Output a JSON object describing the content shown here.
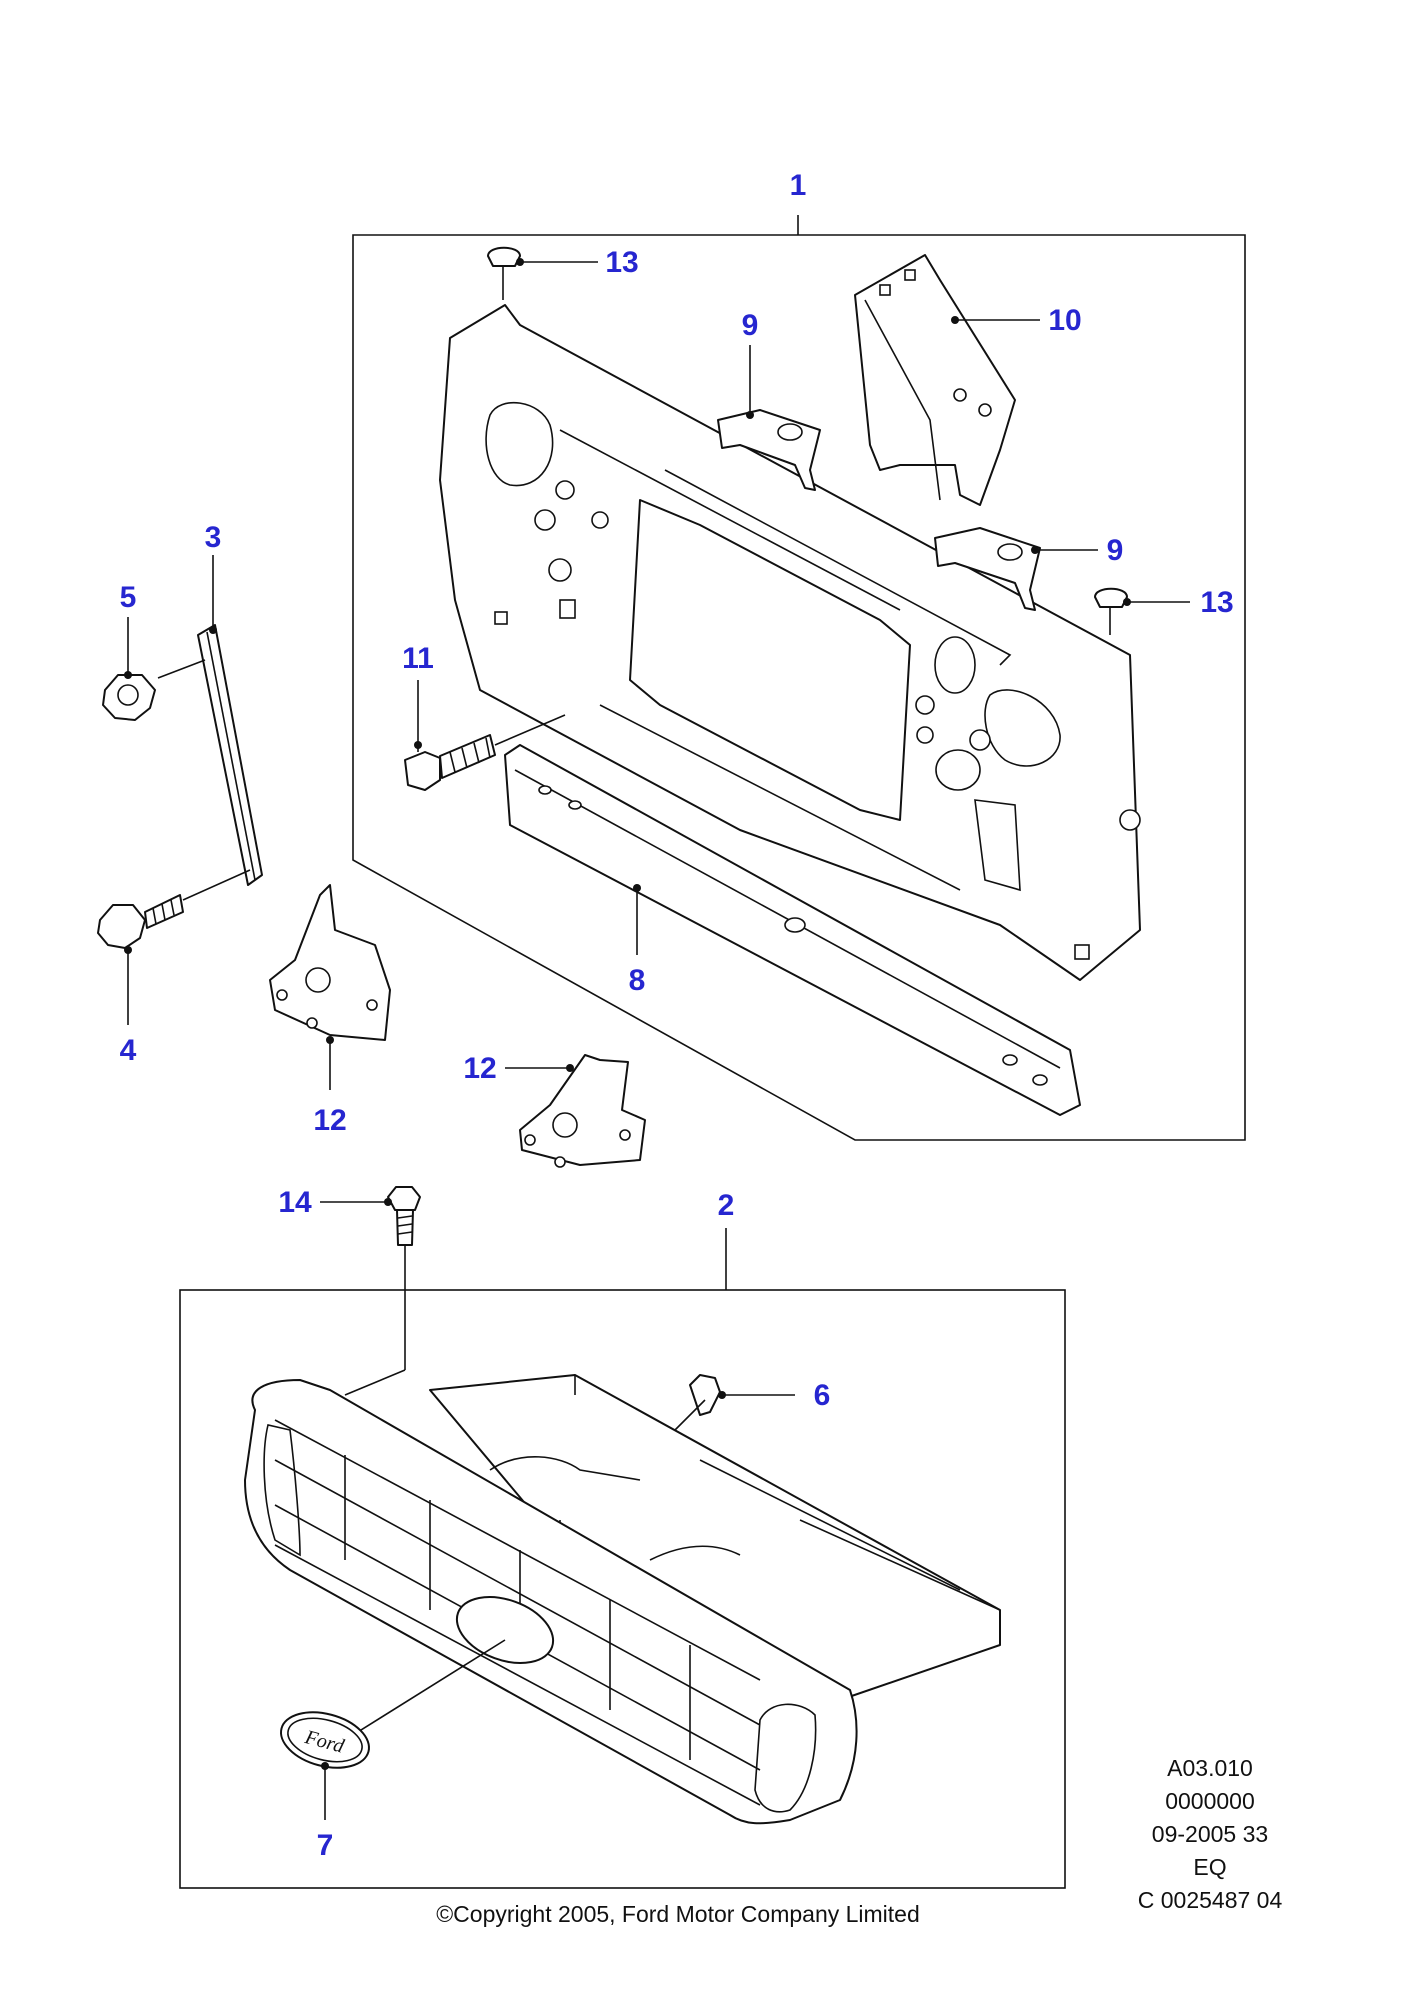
{
  "callouts": {
    "c1": "1",
    "c2": "2",
    "c3": "3",
    "c4": "4",
    "c5": "5",
    "c6": "6",
    "c7": "7",
    "c8": "8",
    "c9a": "9",
    "c9b": "9",
    "c10": "10",
    "c11": "11",
    "c12a": "12",
    "c12b": "12",
    "c13a": "13",
    "c13b": "13",
    "c14": "14"
  },
  "footer": {
    "ref_line1": "A03.010",
    "ref_line2": "0000000",
    "ref_line3": "09-2005 33",
    "ref_line4": "EQ",
    "ref_line5": "C 0025487 04",
    "copyright": "©Copyright 2005, Ford Motor Company Limited"
  },
  "emblem_text": "Ford",
  "colors": {
    "callout": "#2626d0",
    "line": "#111111",
    "background": "#ffffff"
  }
}
